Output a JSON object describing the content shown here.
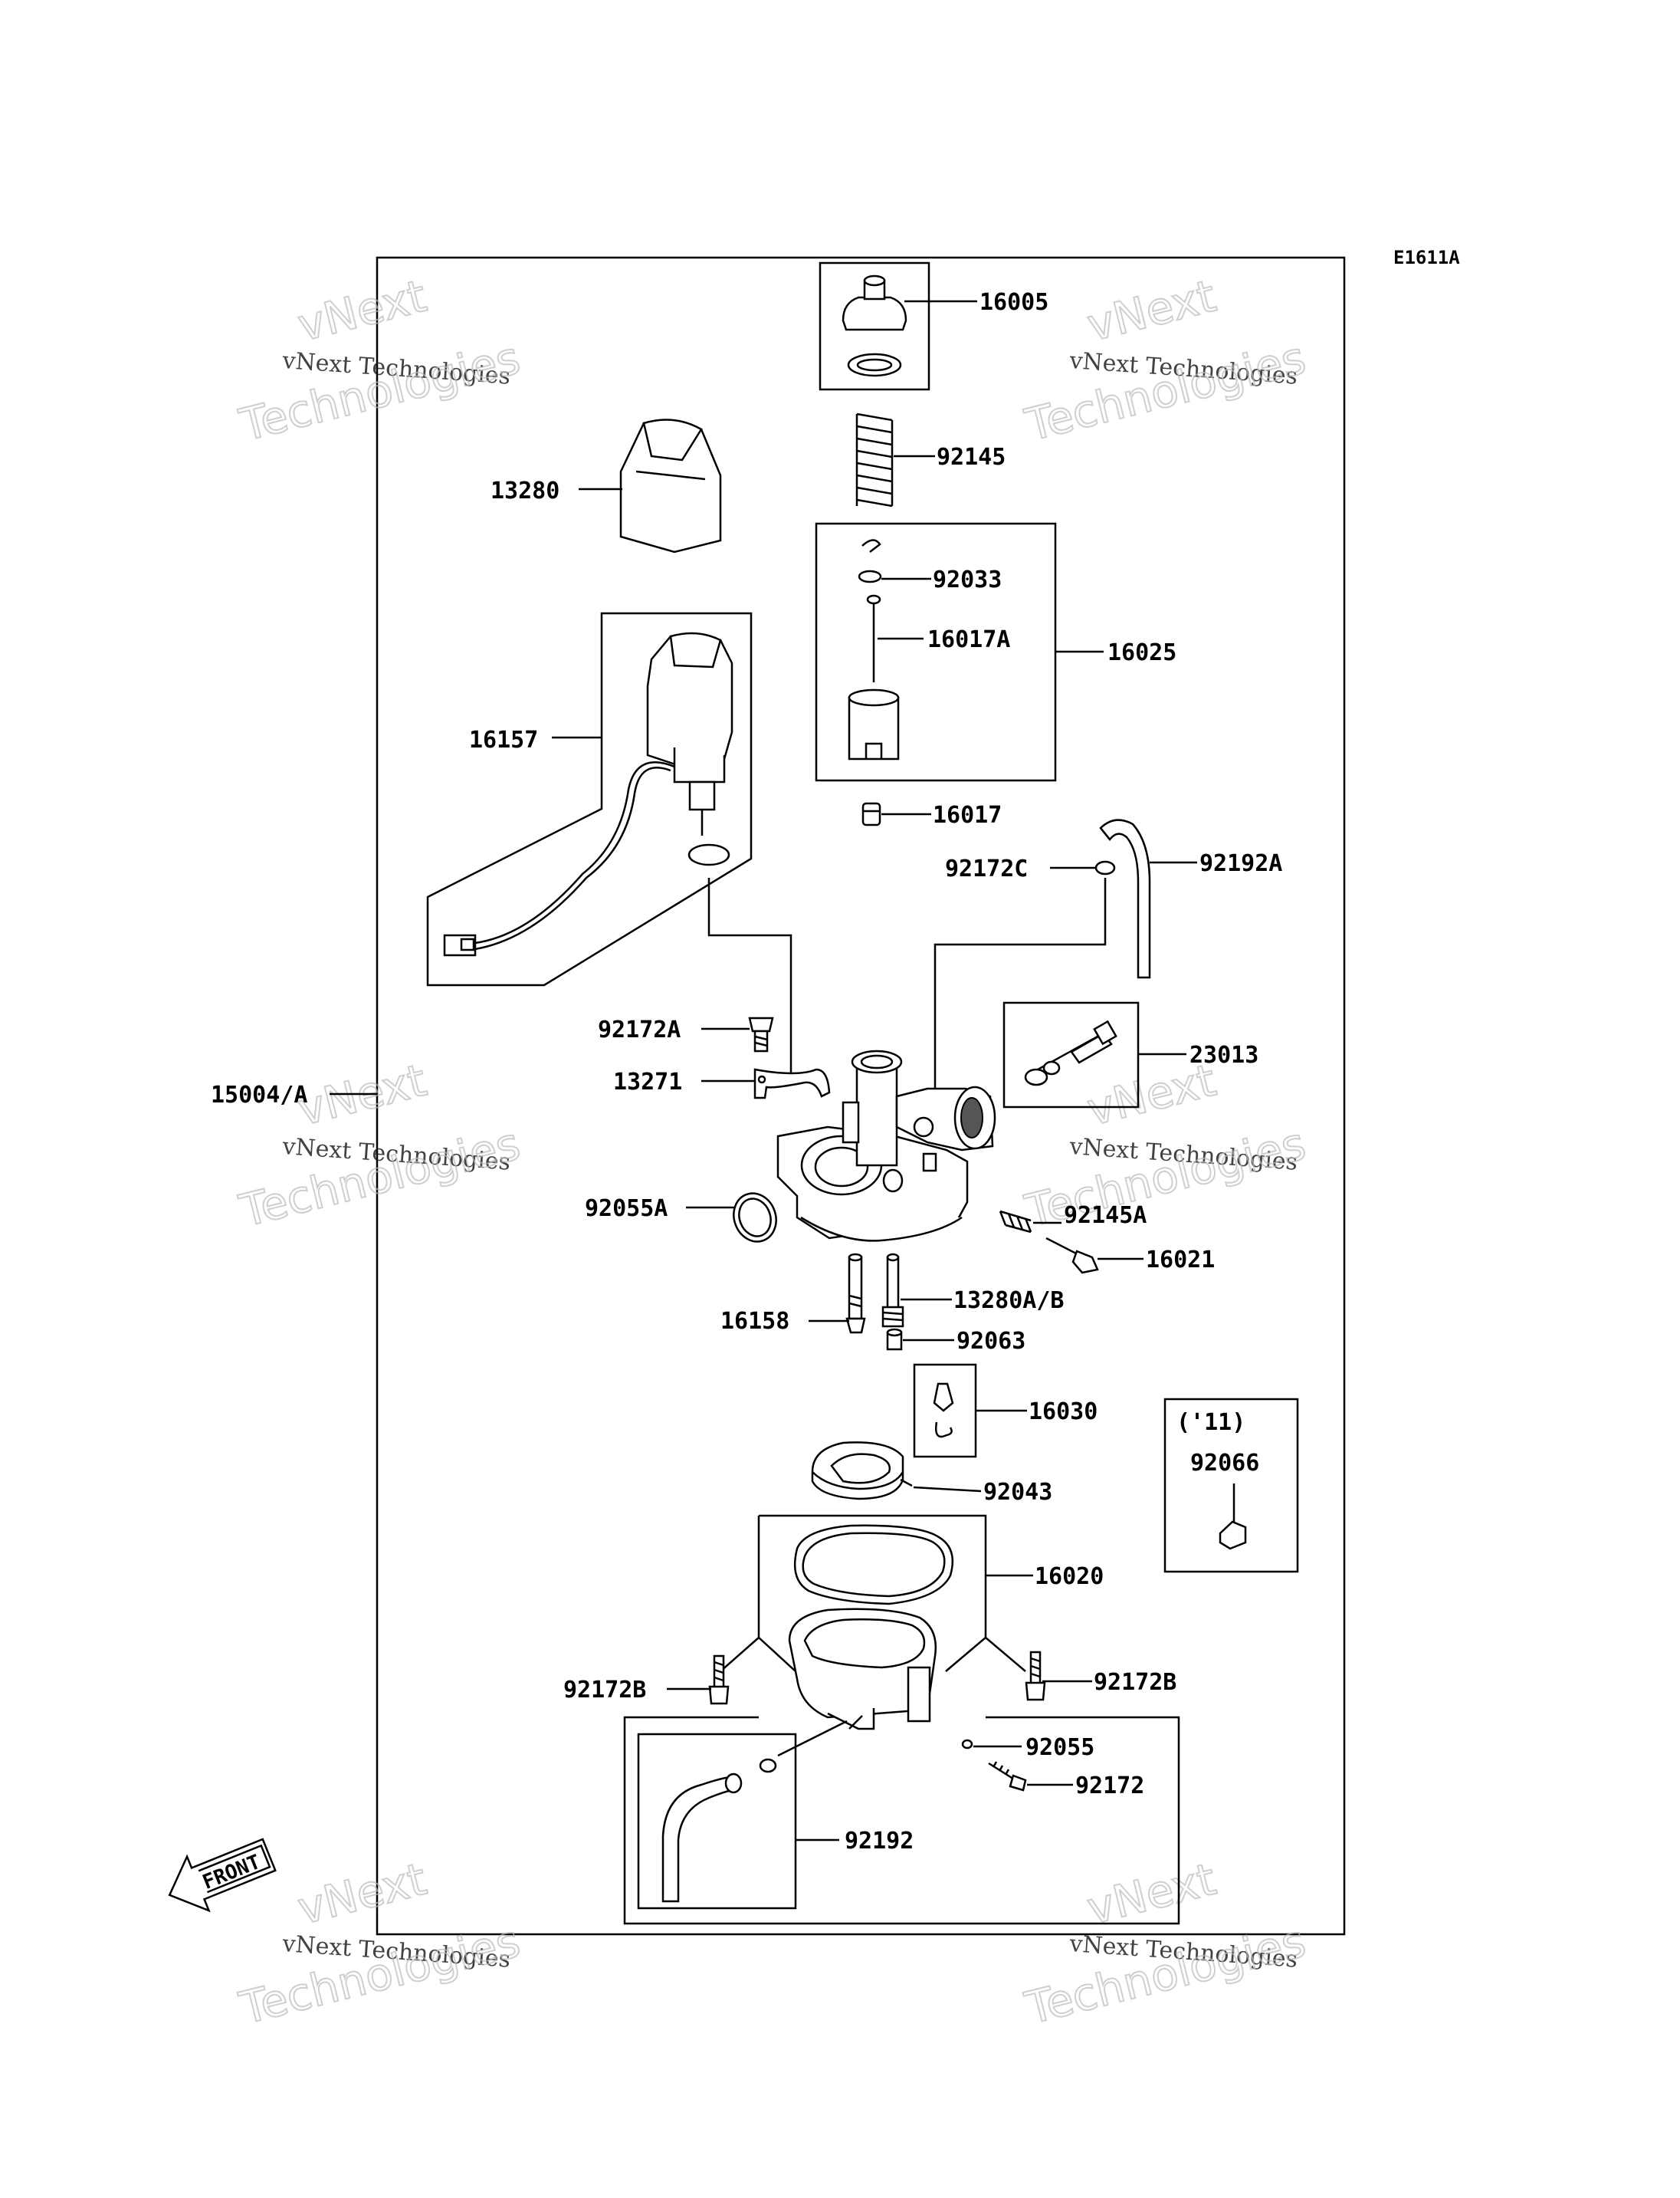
{
  "diagram_code": "E1611A",
  "watermark": {
    "line1": "vNext",
    "line2": "Technologies",
    "small": "vNext Technologies"
  },
  "front_label": "FRONT",
  "year_note": "('11)",
  "labels": {
    "p16005": "16005",
    "p92145": "92145",
    "p13280": "13280",
    "p92033": "92033",
    "p16017A": "16017A",
    "p16025": "16025",
    "p16157": "16157",
    "p16017": "16017",
    "p92172C": "92172C",
    "p92192A": "92192A",
    "p23013": "23013",
    "p92172A": "92172A",
    "p13271": "13271",
    "p15004A": "15004/A",
    "p92055A": "92055A",
    "p92145A": "92145A",
    "p16021": "16021",
    "p13280AB": "13280A/B",
    "p16158": "16158",
    "p92063": "92063",
    "p16030": "16030",
    "p92066": "92066",
    "p92043": "92043",
    "p16020": "16020",
    "p92172B_left": "92172B",
    "p92172B_right": "92172B",
    "p92055": "92055",
    "p92172": "92172",
    "p92192": "92192"
  }
}
